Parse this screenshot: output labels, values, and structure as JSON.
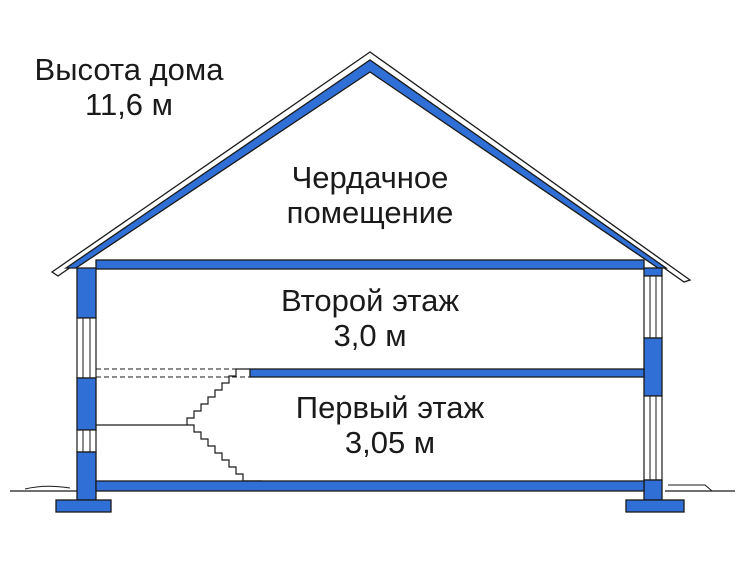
{
  "labels": {
    "house_height": {
      "title": "Высота дома",
      "value": "11,6 м"
    },
    "attic": {
      "line1": "Чердачное",
      "line2": "помещение"
    },
    "second_floor": {
      "name": "Второй этаж",
      "height": "3,0 м"
    },
    "first_floor": {
      "name": "Первый этаж",
      "height": "3,05 м"
    }
  },
  "colors": {
    "structure_fill": "#2f6fd6",
    "outline": "#1a1a1a",
    "roof_cover": "#ffffff",
    "window_glass": "#ffffff",
    "text": "#1a1a1a"
  }
}
